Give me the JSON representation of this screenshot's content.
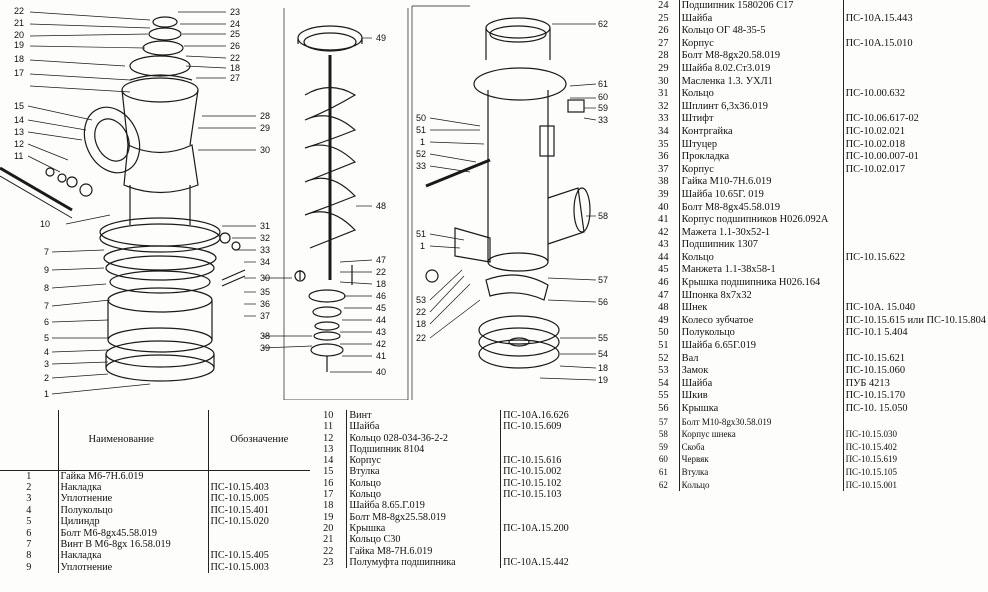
{
  "callouts_left": [
    "22",
    "21",
    "20",
    "19",
    "18",
    "17",
    "15",
    "14",
    "13",
    "12",
    "11",
    "10",
    "7",
    "9",
    "8",
    "7",
    "6",
    "5",
    "4",
    "3",
    "2",
    "1"
  ],
  "callouts_mid_left": [
    "23",
    "24",
    "25",
    "26",
    "22",
    "18",
    "27",
    "28",
    "29",
    "30",
    "31",
    "32",
    "33",
    "34",
    "35",
    "36",
    "37",
    "30",
    "38",
    "39"
  ],
  "callouts_auger": [
    "49",
    "48",
    "47",
    "22",
    "18",
    "46",
    "45",
    "44",
    "43",
    "42",
    "41",
    "40"
  ],
  "callouts_right_side": [
    "50",
    "51",
    "1",
    "52",
    "33",
    "51",
    "1",
    "53",
    "22",
    "18",
    "22"
  ],
  "callouts_far_right": [
    "62",
    "61",
    "60",
    "59",
    "33",
    "58",
    "57",
    "56",
    "55",
    "54",
    "18",
    "19"
  ],
  "table1": {
    "header_name": "Наименование",
    "header_code": "Обозначение",
    "rows": [
      {
        "n": "1",
        "name": "Гайка М6-7Н.6.019",
        "code": ""
      },
      {
        "n": "2",
        "name": "Накладка",
        "code": "ПС-10.15.403"
      },
      {
        "n": "3",
        "name": "Уплотнение",
        "code": "ПС-10.15.005"
      },
      {
        "n": "4",
        "name": "Полукольцо",
        "code": "ПС-10.15.401"
      },
      {
        "n": "5",
        "name": "Цилиндр",
        "code": "ПС-10.15.020"
      },
      {
        "n": "6",
        "name": "Болт М6-8gx45.58.019",
        "code": ""
      },
      {
        "n": "7",
        "name": "Винт В М6-8gx 16.58.019",
        "code": ""
      },
      {
        "n": "8",
        "name": "Накладка",
        "code": "ПС-10.15.405"
      },
      {
        "n": "9",
        "name": "Уплотнение",
        "code": "ПС-10.15.003"
      }
    ]
  },
  "table2": {
    "rows": [
      {
        "n": "10",
        "name": "Винт",
        "code": "ПС-10А.16.626"
      },
      {
        "n": "11",
        "name": "Шайба",
        "code": "ПС-10.15.609"
      },
      {
        "n": "12",
        "name": "Кольцо 028-034-36-2-2",
        "code": ""
      },
      {
        "n": "13",
        "name": "Подшипник 8104",
        "code": ""
      },
      {
        "n": "14",
        "name": "Корпус",
        "code": "ПС-10.15.616"
      },
      {
        "n": "15",
        "name": "Втулка",
        "code": "ПС-10.15.002"
      },
      {
        "n": "16",
        "name": "Кольцо",
        "code": "ПС-10.15.102"
      },
      {
        "n": "17",
        "name": "Кольцо",
        "code": "ПС-10.15.103"
      },
      {
        "n": "18",
        "name": "Шайба 8.65.Г.019",
        "code": ""
      },
      {
        "n": "19",
        "name": "Болт М8-8gx25.58.019",
        "code": ""
      },
      {
        "n": "20",
        "name": "Крышка",
        "code": "ПС-10А.15.200"
      },
      {
        "n": "21",
        "name": "Кольцо С30",
        "code": ""
      },
      {
        "n": "22",
        "name": "Гайка М8-7Н.6.019",
        "code": ""
      },
      {
        "n": "23",
        "name": "Полумуфта подшипника",
        "code": "ПС-10А.15.442"
      }
    ]
  },
  "table3": {
    "rows": [
      {
        "n": "24",
        "name": "Подшипник 1580206 С17",
        "code": ""
      },
      {
        "n": "25",
        "name": "Шайба",
        "code": "ПС-10А.15.443"
      },
      {
        "n": "26",
        "name": "Кольцо ОГ 48-35-5",
        "code": ""
      },
      {
        "n": "27",
        "name": "Корпус",
        "code": "ПС-10А.15.010"
      },
      {
        "n": "28",
        "name": "Болт М8-8gx20.58.019",
        "code": ""
      },
      {
        "n": "29",
        "name": "Шайба 8.02.Ст3.019",
        "code": ""
      },
      {
        "n": "30",
        "name": "Масленка 1.3. УХЛ1",
        "code": ""
      },
      {
        "n": "31",
        "name": "Кольцо",
        "code": "ПС-10.00.632"
      },
      {
        "n": "32",
        "name": "Шплинт 6,3х36.019",
        "code": ""
      },
      {
        "n": "33",
        "name": "Штифт",
        "code": "ПС-10.06.617-02"
      },
      {
        "n": "34",
        "name": "Контргайка",
        "code": "ПС-10.02.021"
      },
      {
        "n": "35",
        "name": "Штуцер",
        "code": "ПС-10.02.018"
      },
      {
        "n": "36",
        "name": "Прокладка",
        "code": "ПС-10.00.007-01"
      },
      {
        "n": "37",
        "name": "Корпус",
        "code": "ПС-10.02.017"
      },
      {
        "n": "38",
        "name": "Гайка М10-7Н.6.019",
        "code": ""
      },
      {
        "n": "39",
        "name": "Шайба 10.65Г. 019",
        "code": ""
      },
      {
        "n": "40",
        "name": "Болт М8-8gx45.58.019",
        "code": ""
      },
      {
        "n": "41",
        "name": "Корпус подшипников Н026.092А",
        "code": ""
      },
      {
        "n": "42",
        "name": "Мажета 1.1-30х52-1",
        "code": ""
      },
      {
        "n": "43",
        "name": "Подшипник 1307",
        "code": ""
      },
      {
        "n": "44",
        "name": "Кольцо",
        "code": "ПС-10.15.622"
      },
      {
        "n": "45",
        "name": "Манжета 1.1-38х58-1",
        "code": ""
      },
      {
        "n": "46",
        "name": "Крышка подшипника Н026.164",
        "code": ""
      },
      {
        "n": "47",
        "name": "Шпонка 8х7х32",
        "code": ""
      },
      {
        "n": "48",
        "name": "Шнек",
        "code": "ПС-10А. 15.040"
      },
      {
        "n": "49",
        "name": "Колесо зубчатое",
        "code": "ПС-10.15.615 или ПС-10.15.804"
      },
      {
        "n": "50",
        "name": "Полукольцо",
        "code": "ПС-10.1 5.404"
      },
      {
        "n": "51",
        "name": "Шайба 6.65Г.019",
        "code": ""
      },
      {
        "n": "52",
        "name": "Вал",
        "code": "ПС-10.15.621"
      },
      {
        "n": "53",
        "name": "Замок",
        "code": "ПС-10.15.060"
      },
      {
        "n": "54",
        "name": "Шайба",
        "code": "ПУБ 4213"
      },
      {
        "n": "55",
        "name": "Шкив",
        "code": "ПС-10.15.170"
      },
      {
        "n": "56",
        "name": "Крышка",
        "code": "ПС-10. 15.050"
      },
      {
        "n": "57",
        "name": "Болт М10-8gx30.58.019",
        "code": ""
      },
      {
        "n": "58",
        "name": "Корпус шнека",
        "code": "ПС-10.15.030"
      },
      {
        "n": "59",
        "name": "Скоба",
        "code": "ПС-10.15.402"
      },
      {
        "n": "60",
        "name": "Червяк",
        "code": "ПС-10.15.619"
      },
      {
        "n": "61",
        "name": "Втулка",
        "code": "ПС-10.15.105"
      },
      {
        "n": "62",
        "name": "Кольцо",
        "code": "ПС-10.15.001"
      }
    ]
  }
}
